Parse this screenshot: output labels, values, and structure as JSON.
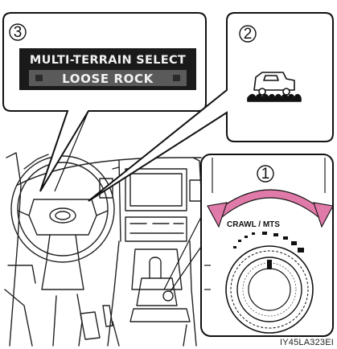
{
  "figure": {
    "caption": "IY45LA323EI",
    "callouts": {
      "dial": "1",
      "indicator": "2",
      "display": "3"
    },
    "display": {
      "title": "MULTI-TERRAIN SELECT",
      "mode": "LOOSE ROCK",
      "colors": {
        "panel": "#1a1a1a",
        "mode_bar": "#5a5a5a",
        "text": "#f2f2f2"
      }
    },
    "dial": {
      "label": "CRAWL / MTS",
      "arrow_color": "#e07aa9"
    },
    "indicator": {
      "icon": "loose-rock-indicator-icon"
    }
  }
}
